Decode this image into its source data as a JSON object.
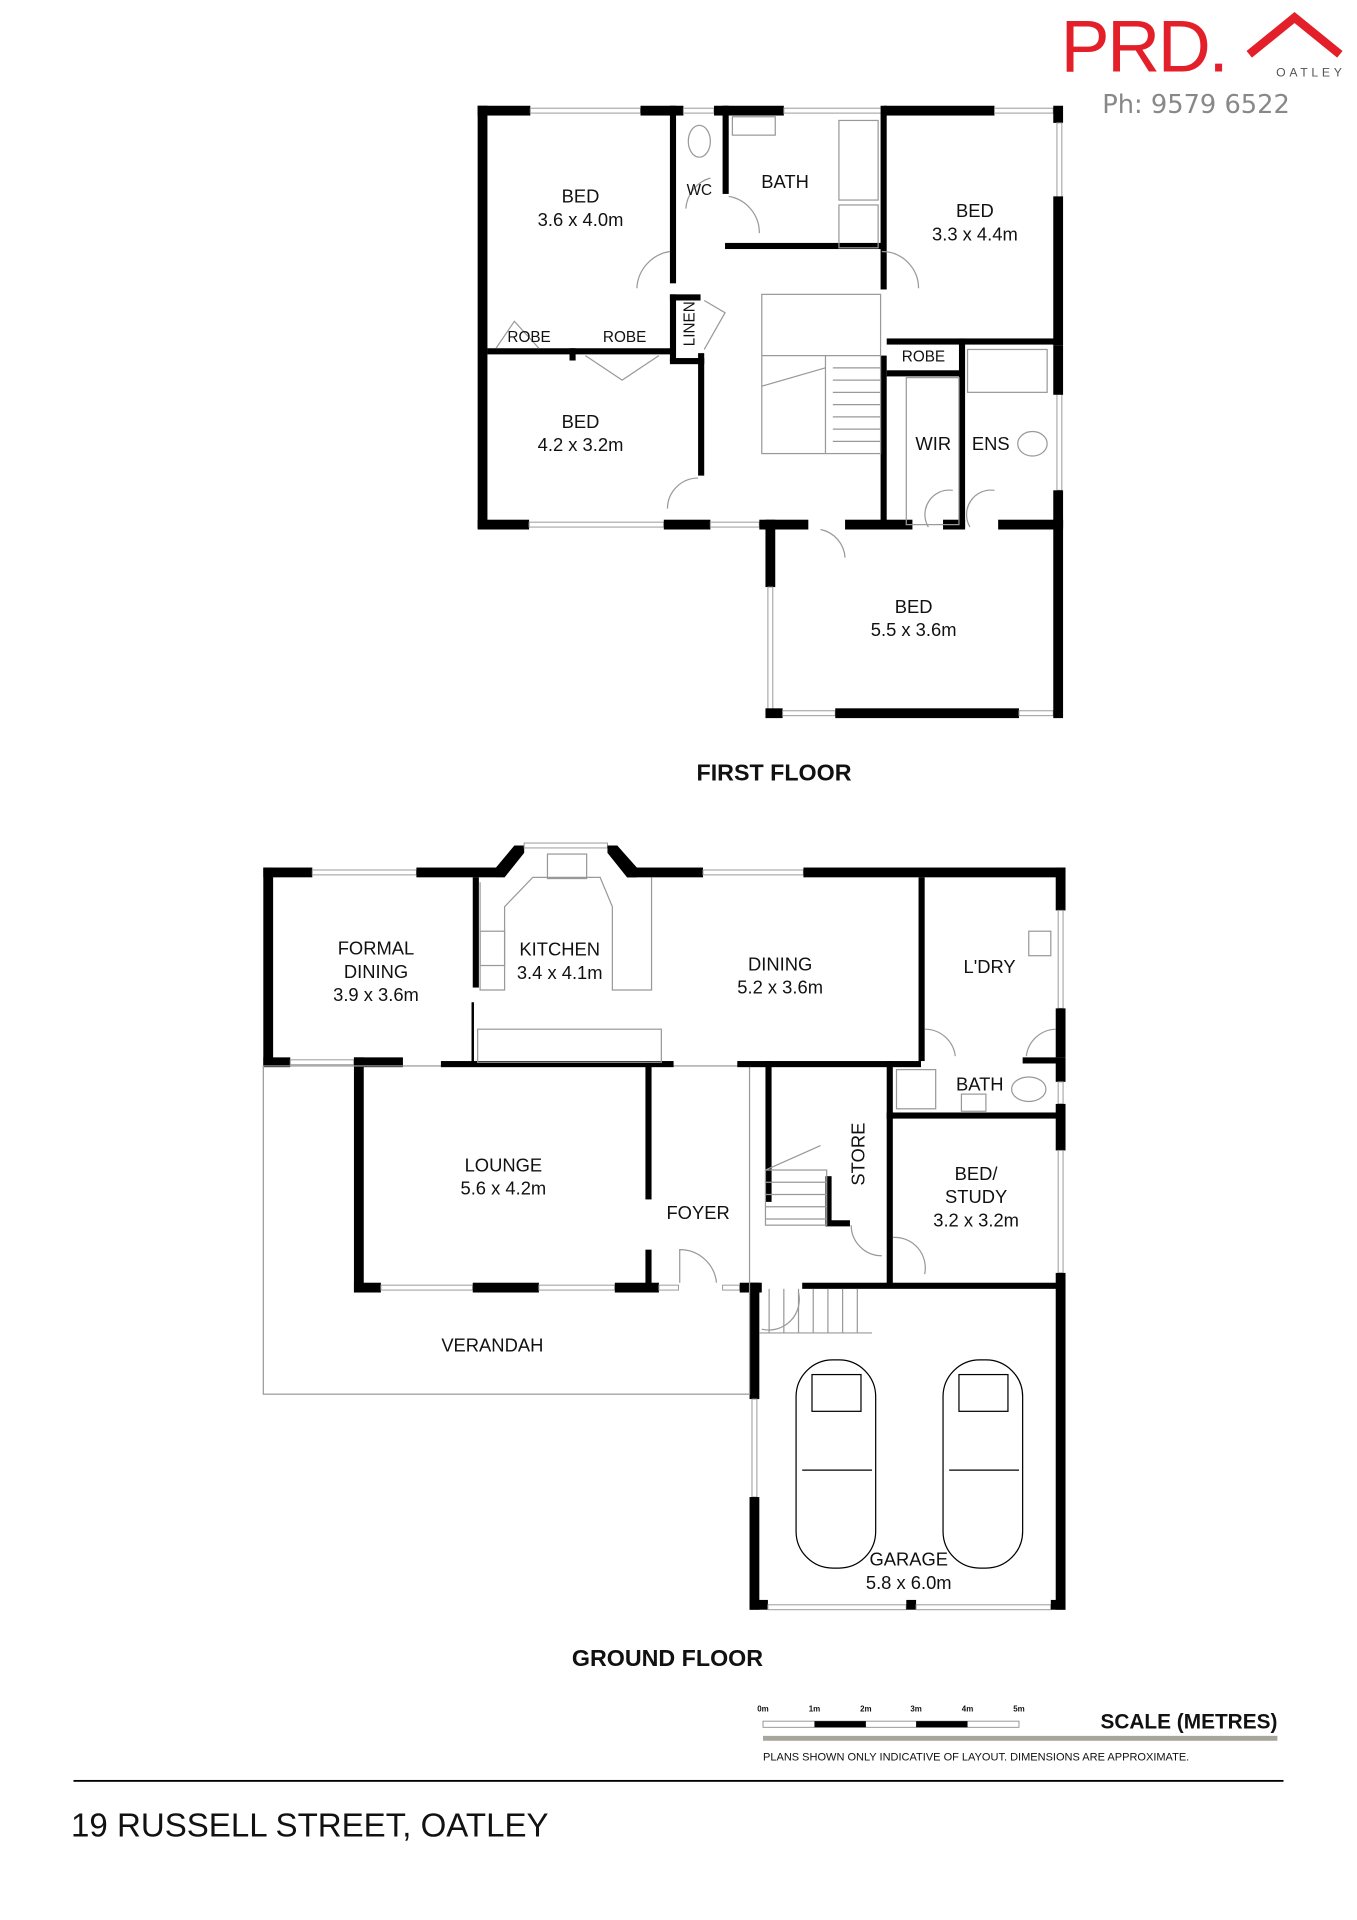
{
  "brand": {
    "name": "PRD.",
    "office": "OATLEY",
    "phone": "Ph: 9579 6522",
    "color": "#e3202a"
  },
  "first_floor": {
    "title": "FIRST FLOOR",
    "rooms": [
      {
        "name": "BED",
        "size": "3.6 x 4.0m"
      },
      {
        "name": "WC"
      },
      {
        "name": "BATH"
      },
      {
        "name": "BED",
        "size": "3.3 x 4.4m"
      },
      {
        "name": "ROBE"
      },
      {
        "name": "ROBE"
      },
      {
        "name": "LINEN"
      },
      {
        "name": "ROBE"
      },
      {
        "name": "BED",
        "size": "4.2 x 3.2m"
      },
      {
        "name": "WIR"
      },
      {
        "name": "ENS"
      },
      {
        "name": "BED",
        "size": "5.5 x 3.6m"
      }
    ]
  },
  "ground_floor": {
    "title": "GROUND FLOOR",
    "rooms": [
      {
        "name": "FORMAL",
        "name2": "DINING",
        "size": "3.9 x 3.6m"
      },
      {
        "name": "KITCHEN",
        "size": "3.4 x 4.1m"
      },
      {
        "name": "DINING",
        "size": "5.2 x 3.6m"
      },
      {
        "name": "L'DRY"
      },
      {
        "name": "BATH"
      },
      {
        "name": "LOUNGE",
        "size": "5.6 x 4.2m"
      },
      {
        "name": "FOYER"
      },
      {
        "name": "STORE"
      },
      {
        "name": "BED/",
        "name2": "STUDY",
        "size": "3.2 x 3.2m"
      },
      {
        "name": "VERANDAH"
      },
      {
        "name": "GARAGE",
        "size": "5.8 x 6.0m"
      }
    ]
  },
  "scale": {
    "title": "SCALE (METRES)",
    "ticks": [
      "0m",
      "1m",
      "2m",
      "3m",
      "4m",
      "5m"
    ],
    "disclaimer": "PLANS SHOWN ONLY INDICATIVE OF LAYOUT.  DIMENSIONS ARE APPROXIMATE."
  },
  "address": "19 RUSSELL STREET, OATLEY"
}
